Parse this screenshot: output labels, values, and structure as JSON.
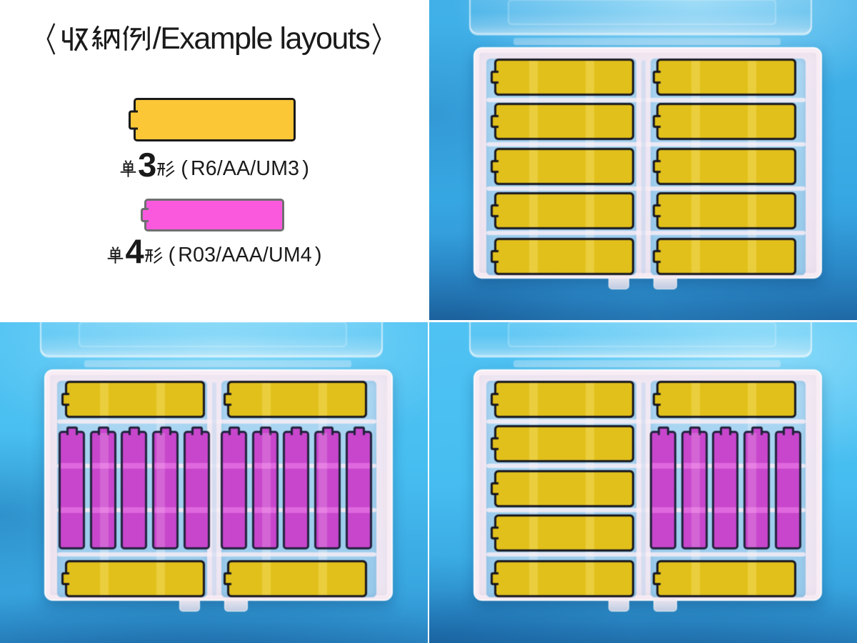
{
  "page": {
    "background_color": "#ffffff",
    "divider_color": "#ffffff",
    "description": "Battery storage case example layouts, 2x2 grid of panels"
  },
  "legend": {
    "title": {
      "full": "〈収納例/Example layouts〉",
      "open_bracket": "〈",
      "kanji": "収納例",
      "latin": "/Example layouts",
      "close_bracket": "〉"
    },
    "items": [
      {
        "id": "aa",
        "battery_color": "#fbc737",
        "outline_color": "#1a1a1a",
        "full_label": "単3形（R6/AA/UM3）",
        "label_prefix": "単",
        "label_digit": "3",
        "label_suffix": "形",
        "paren_open": "(",
        "codes": "R6/AA/UM3",
        "paren_close": ")"
      },
      {
        "id": "aaa",
        "battery_color": "#fb59dd",
        "outline_color": "#6f6f6f",
        "full_label": "単4形（R03/AAA/UM4）",
        "label_prefix": "単",
        "label_digit": "4",
        "label_suffix": "形",
        "paren_open": "(",
        "codes": "R03/AAA/UM4",
        "paren_close": ")"
      }
    ]
  },
  "photos": {
    "colors": {
      "background_blue": "#3aa9e4",
      "case_tint": "#f6e7ee",
      "compartment_blue": "#a9d4ef",
      "aa_fill": "#e4c41f",
      "aa_outline": "#15151f",
      "aaa_fill": "#c746cc",
      "aaa_outline": "#20203a"
    },
    "quadrants": [
      {
        "id": "aa-only",
        "position": "top-right",
        "alt": "Open case holding 10 AA batteries in two columns of five",
        "aa_count": 10,
        "aaa_count": 0,
        "aa_slots": [
          [
            1,
            1
          ],
          [
            1,
            2
          ],
          [
            2,
            1
          ],
          [
            2,
            2
          ],
          [
            3,
            1
          ],
          [
            3,
            2
          ],
          [
            4,
            1
          ],
          [
            4,
            2
          ],
          [
            5,
            1
          ],
          [
            5,
            2
          ]
        ],
        "aaa_columns": []
      },
      {
        "id": "aa-aaa-mixed",
        "position": "bottom-left",
        "alt": "Open case holding 4 AA batteries on top and bottom rows and 10 AAA batteries upright in the middle",
        "aa_count": 4,
        "aaa_count": 10,
        "aa_slots": [
          [
            1,
            1
          ],
          [
            1,
            2
          ],
          [
            5,
            1
          ],
          [
            5,
            2
          ]
        ],
        "aaa_columns": [
          1,
          2
        ]
      },
      {
        "id": "aa-plus-aaa",
        "position": "bottom-right",
        "alt": "Open case holding 7 AA batteries and 5 AAA batteries upright in the right column middle",
        "aa_count": 7,
        "aaa_count": 5,
        "aa_slots": [
          [
            1,
            1
          ],
          [
            2,
            1
          ],
          [
            3,
            1
          ],
          [
            4,
            1
          ],
          [
            5,
            1
          ],
          [
            1,
            2
          ],
          [
            5,
            2
          ]
        ],
        "aaa_columns": [
          2
        ]
      }
    ]
  }
}
